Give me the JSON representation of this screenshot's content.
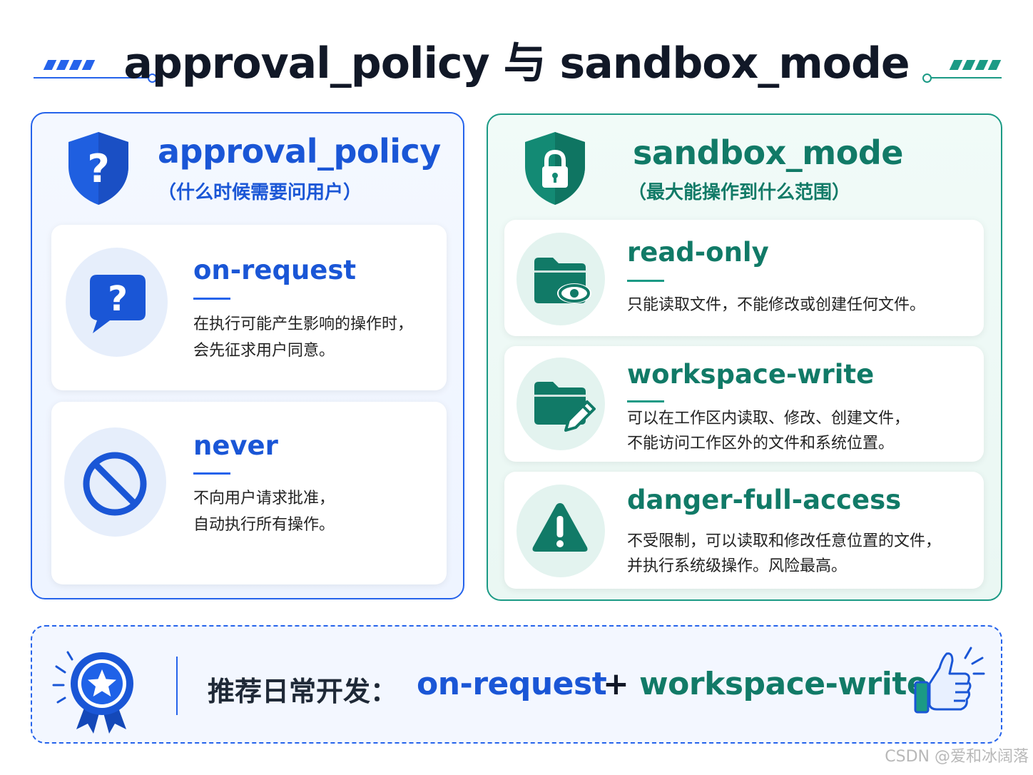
{
  "header": {
    "title": "approval_policy 与 sandbox_mode"
  },
  "left_panel": {
    "title": "approval_policy",
    "subtitle": "（什么时候需要问用户）",
    "icon": "shield-question-icon",
    "cards": [
      {
        "icon": "question-bubble-icon",
        "title": "on-request",
        "desc_lines": [
          "在执行可能产生影响的操作时，",
          "会先征求用户同意。"
        ]
      },
      {
        "icon": "prohibited-icon",
        "title": "never",
        "desc_lines": [
          "不向用户请求批准，",
          "自动执行所有操作。"
        ]
      }
    ]
  },
  "right_panel": {
    "title": "sandbox_mode",
    "subtitle": "（最大能操作到什么范围）",
    "icon": "shield-lock-icon",
    "cards": [
      {
        "icon": "folder-eye-icon",
        "title": "read-only",
        "desc_lines": [
          "只能读取文件，不能修改或创建任何文件。"
        ]
      },
      {
        "icon": "folder-edit-icon",
        "title": "workspace-write",
        "desc_lines": [
          "可以在工作区内读取、修改、创建文件，",
          "不能访问工作区外的文件和系统位置。"
        ]
      },
      {
        "icon": "warning-triangle-icon",
        "title": "danger-full-access",
        "desc_lines": [
          "不受限制，可以读取和修改任意位置的文件，",
          "并执行系统级操作。风险最高。"
        ]
      }
    ]
  },
  "recommendation": {
    "label": "推荐日常开发：",
    "policy": "on-request",
    "plus": "+",
    "mode": "workspace-write",
    "left_icon": "award-badge-icon",
    "right_icon": "thumbs-up-icon"
  },
  "watermark": "CSDN @爱和冰阔落",
  "colors": {
    "blue": "#1a56d6",
    "teal": "#117a67",
    "dark": "#111827"
  }
}
